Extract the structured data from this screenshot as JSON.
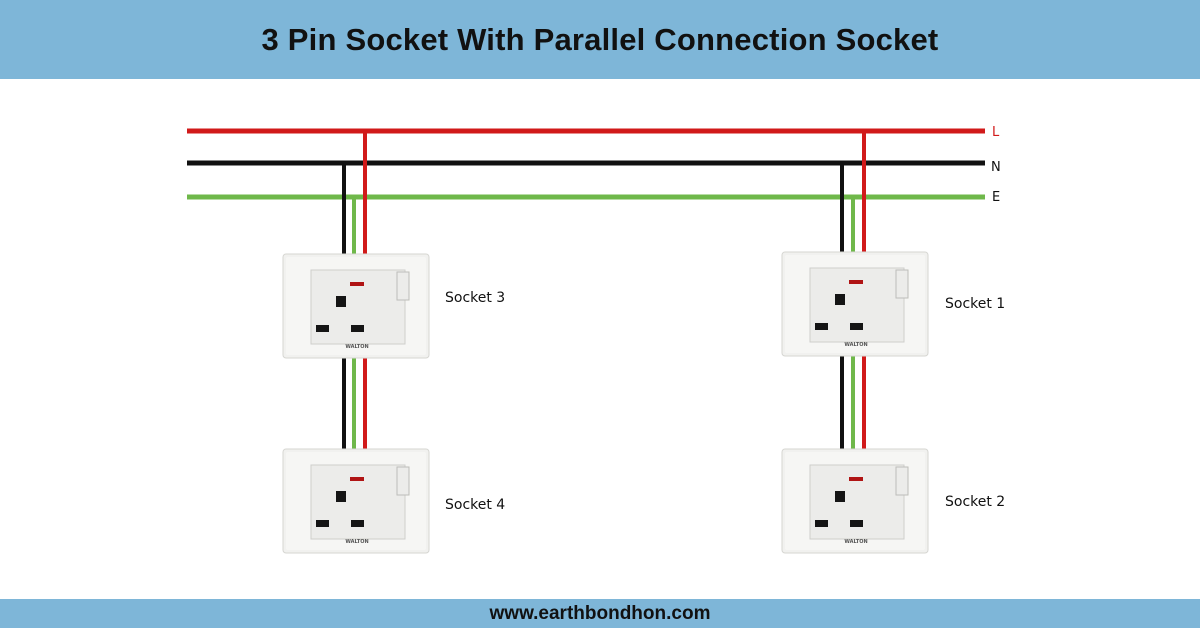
{
  "header": {
    "title": "3 Pin Socket With Parallel Connection Socket"
  },
  "footer": {
    "website": "www.earthbondhon.com"
  },
  "buses": {
    "live": {
      "label": "L",
      "color": "#d11a1a"
    },
    "neutral": {
      "label": "N",
      "color": "#111111"
    },
    "earth": {
      "label": "E",
      "color": "#6fb84a"
    }
  },
  "sockets": {
    "socket3": {
      "label": "Socket 3",
      "brand": "WALTON"
    },
    "socket4": {
      "label": "Socket 4",
      "brand": "WALTON"
    },
    "socket1": {
      "label": "Socket 1",
      "brand": "WALTON"
    },
    "socket2": {
      "label": "Socket 2",
      "brand": "WALTON"
    }
  }
}
